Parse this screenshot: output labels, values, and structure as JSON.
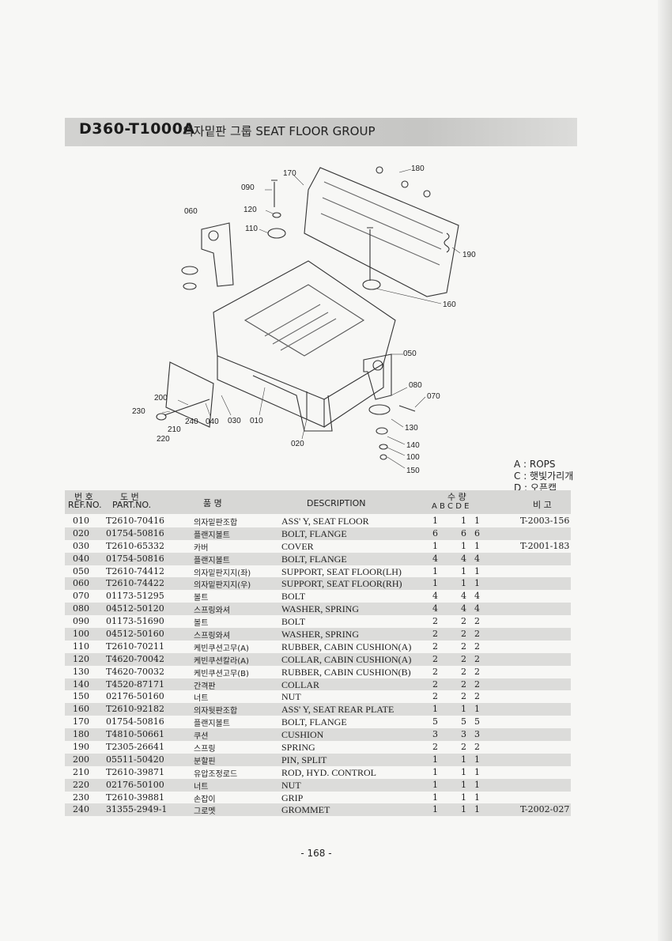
{
  "header": {
    "code": "D360-T1000A",
    "title": "의자밑판 그룹 SEAT FLOOR GROUP"
  },
  "diagram": {
    "callouts": [
      "010",
      "020",
      "030",
      "040",
      "050",
      "060",
      "070",
      "080",
      "090",
      "100",
      "110",
      "120",
      "130",
      "140",
      "150",
      "160",
      "170",
      "180",
      "190",
      "200",
      "210",
      "220",
      "230",
      "240"
    ]
  },
  "legend": {
    "a": "A : ROPS",
    "c": "C : 햇빛가리개",
    "d": "D : 오픈캡"
  },
  "table": {
    "headers": {
      "ref_kor": "번 호",
      "ref": "REF.NO.",
      "part_kor": "도   번",
      "part": "PART.NO.",
      "name_kor": "품     명",
      "desc": "DESCRIPTION",
      "qty_kor": "수    량",
      "qty_cols": "A  B  C  D  E",
      "note": "비  고"
    },
    "rows": [
      {
        "ref": "010",
        "part": "T2610-70416",
        "kor": "의자밑판조합",
        "desc": "ASS' Y, SEAT FLOOR",
        "a": "1",
        "c": "1",
        "d": "1",
        "note": "T-2003-156"
      },
      {
        "ref": "020",
        "part": "01754-50816",
        "kor": "플랜지볼트",
        "desc": "BOLT, FLANGE",
        "a": "6",
        "c": "6",
        "d": "6",
        "note": ""
      },
      {
        "ref": "030",
        "part": "T2610-65332",
        "kor": "카버",
        "desc": "COVER",
        "a": "1",
        "c": "1",
        "d": "1",
        "note": "T-2001-183"
      },
      {
        "ref": "040",
        "part": "01754-50816",
        "kor": "플랜지볼트",
        "desc": "BOLT, FLANGE",
        "a": "4",
        "c": "4",
        "d": "4",
        "note": ""
      },
      {
        "ref": "050",
        "part": "T2610-74412",
        "kor": "의자밑판지지(좌)",
        "desc": "SUPPORT, SEAT FLOOR(LH)",
        "a": "1",
        "c": "1",
        "d": "1",
        "note": ""
      },
      {
        "ref": "060",
        "part": "T2610-74422",
        "kor": "의자밑판지지(우)",
        "desc": "SUPPORT, SEAT FLOOR(RH)",
        "a": "1",
        "c": "1",
        "d": "1",
        "note": ""
      },
      {
        "ref": "070",
        "part": "01173-51295",
        "kor": "볼트",
        "desc": "BOLT",
        "a": "4",
        "c": "4",
        "d": "4",
        "note": ""
      },
      {
        "ref": "080",
        "part": "04512-50120",
        "kor": "스프링와셔",
        "desc": "WASHER, SPRING",
        "a": "4",
        "c": "4",
        "d": "4",
        "note": ""
      },
      {
        "ref": "090",
        "part": "01173-51690",
        "kor": "볼트",
        "desc": "BOLT",
        "a": "2",
        "c": "2",
        "d": "2",
        "note": ""
      },
      {
        "ref": "100",
        "part": "04512-50160",
        "kor": "스프링와셔",
        "desc": "WASHER, SPRING",
        "a": "2",
        "c": "2",
        "d": "2",
        "note": ""
      },
      {
        "ref": "110",
        "part": "T2610-70211",
        "kor": "케빈쿠션고무(A)",
        "desc": "RUBBER, CABIN CUSHION(A)",
        "a": "2",
        "c": "2",
        "d": "2",
        "note": ""
      },
      {
        "ref": "120",
        "part": "T4620-70042",
        "kor": "케빈쿠션칼라(A)",
        "desc": "COLLAR, CABIN CUSHION(A)",
        "a": "2",
        "c": "2",
        "d": "2",
        "note": ""
      },
      {
        "ref": "130",
        "part": "T4620-70032",
        "kor": "케빈쿠션고무(B)",
        "desc": "RUBBER, CABIN CUSHION(B)",
        "a": "2",
        "c": "2",
        "d": "2",
        "note": ""
      },
      {
        "ref": "140",
        "part": "T4520-87171",
        "kor": "간격판",
        "desc": "COLLAR",
        "a": "2",
        "c": "2",
        "d": "2",
        "note": ""
      },
      {
        "ref": "150",
        "part": "02176-50160",
        "kor": "너트",
        "desc": "NUT",
        "a": "2",
        "c": "2",
        "d": "2",
        "note": ""
      },
      {
        "ref": "160",
        "part": "T2610-92182",
        "kor": "의자뒷판조합",
        "desc": "ASS' Y, SEAT REAR PLATE",
        "a": "1",
        "c": "1",
        "d": "1",
        "note": ""
      },
      {
        "ref": "170",
        "part": "01754-50816",
        "kor": "플랜지볼트",
        "desc": "BOLT, FLANGE",
        "a": "5",
        "c": "5",
        "d": "5",
        "note": ""
      },
      {
        "ref": "180",
        "part": "T4810-50661",
        "kor": "쿠션",
        "desc": "CUSHION",
        "a": "3",
        "c": "3",
        "d": "3",
        "note": ""
      },
      {
        "ref": "190",
        "part": "T2305-26641",
        "kor": "스프링",
        "desc": "SPRING",
        "a": "2",
        "c": "2",
        "d": "2",
        "note": ""
      },
      {
        "ref": "200",
        "part": "05511-50420",
        "kor": "분할핀",
        "desc": "PIN, SPLIT",
        "a": "1",
        "c": "1",
        "d": "1",
        "note": ""
      },
      {
        "ref": "210",
        "part": "T2610-39871",
        "kor": "유압조정로드",
        "desc": "ROD, HYD. CONTROL",
        "a": "1",
        "c": "1",
        "d": "1",
        "note": ""
      },
      {
        "ref": "220",
        "part": "02176-50100",
        "kor": "너트",
        "desc": "NUT",
        "a": "1",
        "c": "1",
        "d": "1",
        "note": ""
      },
      {
        "ref": "230",
        "part": "T2610-39881",
        "kor": "손잡이",
        "desc": "GRIP",
        "a": "1",
        "c": "1",
        "d": "1",
        "note": ""
      },
      {
        "ref": "240",
        "part": "31355-2949-1",
        "kor": "그로멧",
        "desc": "GROMMET",
        "a": "1",
        "c": "1",
        "d": "1",
        "note": "T-2002-027"
      }
    ]
  },
  "footer": {
    "page": "- 168 -"
  }
}
